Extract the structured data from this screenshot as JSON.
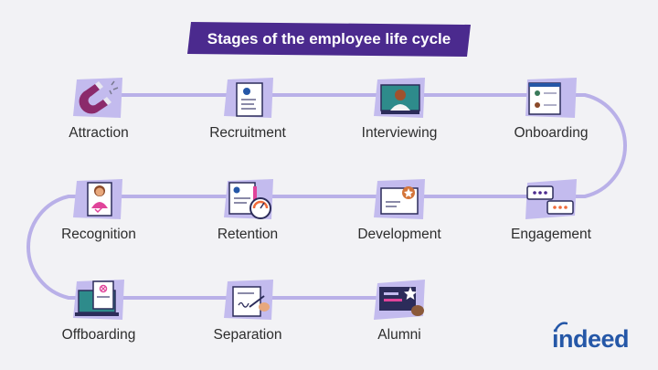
{
  "title": "Stages of the employee life cycle",
  "stages": [
    {
      "label": "Attraction",
      "icon": "magnet-icon"
    },
    {
      "label": "Recruitment",
      "icon": "resume-icon"
    },
    {
      "label": "Interviewing",
      "icon": "video-interview-icon"
    },
    {
      "label": "Onboarding",
      "icon": "video-call-icon"
    },
    {
      "label": "Engagement",
      "icon": "chat-bubbles-icon"
    },
    {
      "label": "Development",
      "icon": "certificate-icon"
    },
    {
      "label": "Retention",
      "icon": "resume-gauge-icon"
    },
    {
      "label": "Recognition",
      "icon": "employee-award-icon"
    },
    {
      "label": "Offboarding",
      "icon": "laptop-exit-icon"
    },
    {
      "label": "Separation",
      "icon": "signing-document-icon"
    },
    {
      "label": "Alumni",
      "icon": "badge-card-icon"
    }
  ],
  "logo": "indeed",
  "colors": {
    "background": "#f2f2f5",
    "path": "#b9b0e8",
    "banner": "#4b2a8e",
    "icon_backdrop": "#c3bbee",
    "logo": "#2557a7",
    "accent_orange": "#f06b3a",
    "accent_pink": "#e0449a"
  }
}
